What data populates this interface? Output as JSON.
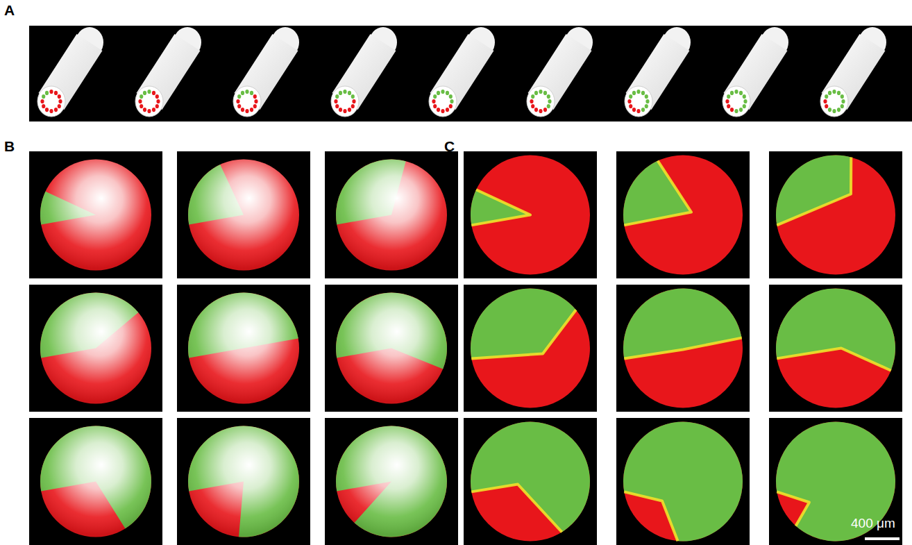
{
  "diagram": {
    "labels": [
      "A",
      "B",
      "C",
      "400 μm"
    ]
  }
}
